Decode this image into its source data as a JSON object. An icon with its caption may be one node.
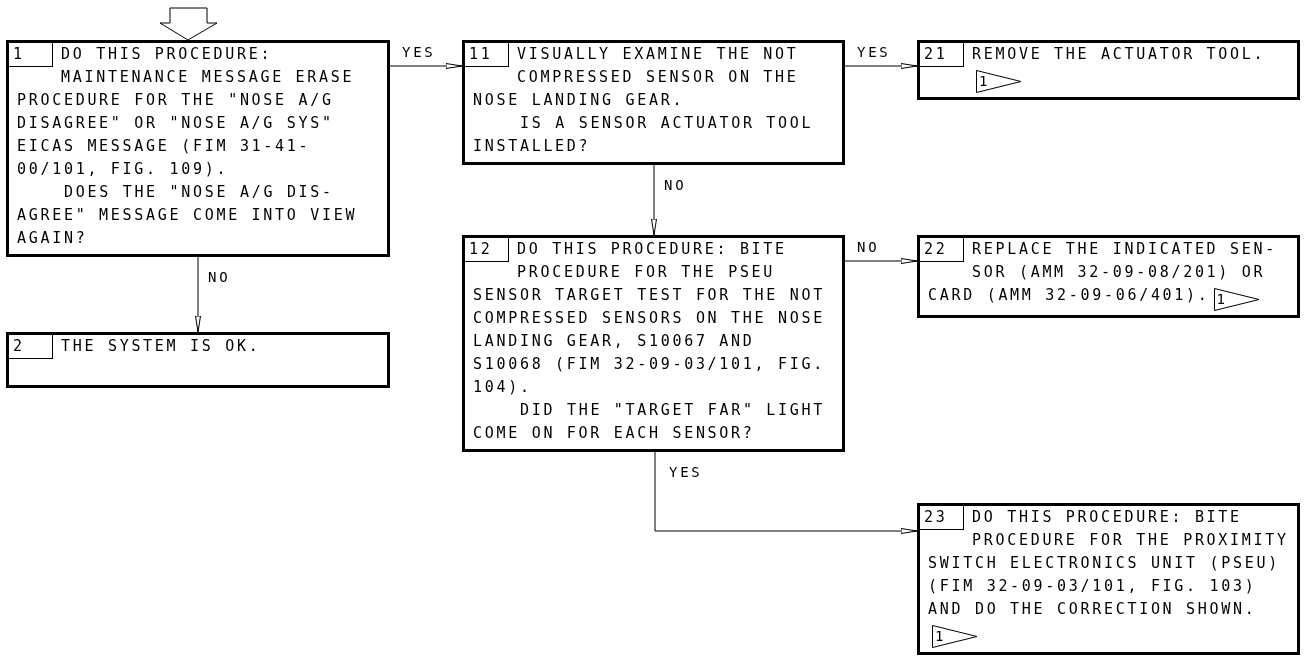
{
  "diagram": {
    "nodes": [
      {
        "text": [
          "1",
          "DO THIS PROCEDURE: MAINTENANCE MESSAGE ERASE PROCEDURE FOR THE \"NOSE A/G DISAGREE\" OR \"NOSE A/G SYS\" EICAS MESSAGE (FIM 31-41-00/101, FIG. 109).",
          "DOES THE \"NOSE A/G DIS- AGREE\" MESSAGE COME INTO VIEW AGAIN?"
        ]
      },
      {
        "text": [
          "11",
          "VISUALLY EXAMINE THE NOT COMPRESSED SENSOR ON THE NOSE LANDING GEAR.",
          "IS A SENSOR ACTUATOR TOOL INSTALLED?"
        ]
      },
      {
        "text": [
          "21",
          "REMOVE THE ACTUATOR TOOL."
        ]
      },
      {
        "text": [
          "1"
        ],
        "in": 2
      },
      {
        "text": [
          "12",
          "DO THIS PROCEDURE: BITE PROCEDURE FOR THE PSEU SENSOR TARGET TEST FOR THE NOT COMPRESSED SENSORS ON THE NOSE LANDING GEAR, S10067 AND S10068 (FIM 32-09-03/101, FIG. 104).",
          "DID THE \"TARGET FAR\" LIGHT COME ON FOR EACH SENSOR?"
        ]
      },
      {
        "text": [
          "22",
          "REPLACE THE INDICATED SEN- SOR (AMM 32-09-08/201) OR CARD (AMM 32-09-06/401)."
        ]
      },
      {
        "text": [
          "1"
        ],
        "in": 5
      },
      {
        "text": [
          "2",
          "THE SYSTEM IS OK."
        ]
      },
      {
        "text": [
          "23",
          "DO THIS PROCEDURE: BITE PROCEDURE FOR THE PROXIMITY SWITCH ELECTRONICS UNIT (PSEU) (FIM 32-09-03/101, FIG. 103) AND DO THE CORRECTION SHOWN."
        ]
      },
      {
        "text": [
          "1"
        ],
        "in": 8
      }
    ],
    "edges": [
      {
        "from": null,
        "to": 0,
        "arrow": "to"
      },
      {
        "from": 0,
        "to": 1,
        "arrow": "to",
        "label": "YES"
      },
      {
        "from": 0,
        "to": 7,
        "arrow": "to",
        "label": "NO"
      },
      {
        "from": 1,
        "to": 2,
        "arrow": "to",
        "label": "YES"
      },
      {
        "from": 1,
        "to": 4,
        "arrow": "to",
        "label": "NO"
      },
      {
        "from": 4,
        "to": 5,
        "arrow": "to",
        "label": "NO"
      },
      {
        "from": 4,
        "to": 8,
        "arrow": "to",
        "label": "YES"
      }
    ]
  }
}
